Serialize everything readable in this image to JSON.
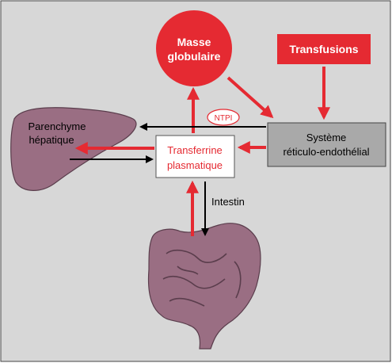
{
  "nodes": {
    "masse": {
      "line1": "Masse",
      "line2": "globulaire"
    },
    "transfusions": {
      "label": "Transfusions"
    },
    "ntpi": {
      "label": "NTPI"
    },
    "parenchyme": {
      "line1": "Parenchyme",
      "line2": "hépatique"
    },
    "transferrine": {
      "line1": "Transferrine",
      "line2": "plasmatique"
    },
    "systeme": {
      "line1": "Système",
      "line2": "réticulo-endothélial"
    },
    "intestin": {
      "label": "Intestin"
    }
  },
  "colors": {
    "background": "#d7d7d7",
    "red": "#e52a32",
    "black": "#000000",
    "organ": "#9a6e83",
    "organ_stroke": "#5a3d4c",
    "box_gray": "#a9a9a9"
  },
  "icons": {
    "liver": "liver-icon",
    "intestine": "intestine-icon"
  }
}
